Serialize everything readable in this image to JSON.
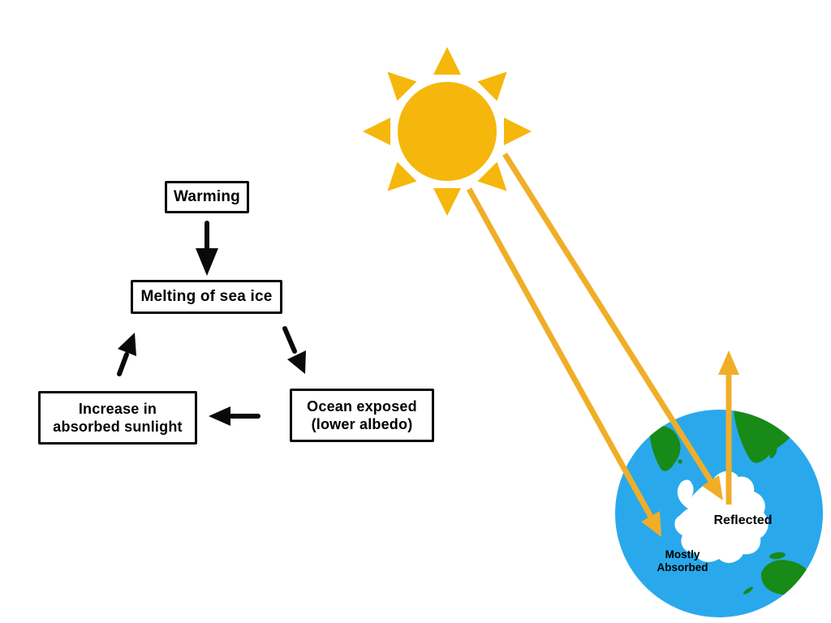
{
  "flowchart": {
    "warming": "Warming",
    "melting": "Melting of sea ice",
    "increase": {
      "line1": "Increase in",
      "line2": "absorbed sunlight"
    },
    "ocean": {
      "line1": "Ocean exposed",
      "line2": "(lower albedo)"
    },
    "connections": [
      {
        "from": "Warming",
        "to": "Melting of sea ice"
      },
      {
        "from": "Melting of sea ice",
        "to": "Ocean exposed (lower albedo)"
      },
      {
        "from": "Ocean exposed (lower albedo)",
        "to": "Increase in absorbed sunlight"
      },
      {
        "from": "Increase in absorbed sunlight",
        "to": "Melting of sea ice"
      }
    ]
  },
  "earth": {
    "reflected": "Reflected",
    "mostly_absorbed": {
      "line1": "Mostly",
      "line2": "Absorbed"
    }
  },
  "colors": {
    "sun_yellow": "#F5B70B",
    "beam_yellow": "#F0AE28",
    "ocean_blue": "#29A9EC",
    "land_green": "#188A18",
    "antarctica_white": "#FFFFFF",
    "ink_black": "#0A0A0A"
  }
}
